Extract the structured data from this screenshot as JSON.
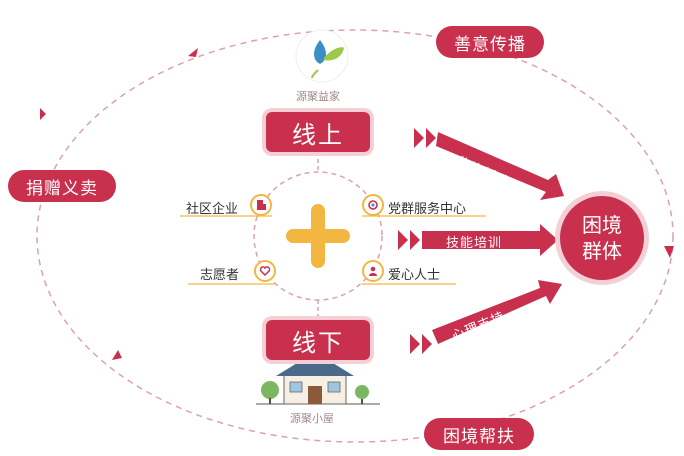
{
  "cycle": {
    "top_right": "善意传播",
    "left": "捐赠义卖",
    "bottom_right": "困境帮扶"
  },
  "online": {
    "logo_caption": "源聚益家",
    "label": "线上"
  },
  "offline": {
    "house_caption": "源聚小屋",
    "label": "线下"
  },
  "participants": [
    {
      "label": "社区企业",
      "icon": "building-icon"
    },
    {
      "label": "党群服务中心",
      "icon": "party-emblem-icon"
    },
    {
      "label": "志愿者",
      "icon": "heart-icon"
    },
    {
      "label": "爱心人士",
      "icon": "person-icon"
    }
  ],
  "support_arrows": [
    {
      "label": "物资援助"
    },
    {
      "label": "技能培训"
    },
    {
      "label": "心理支持"
    }
  ],
  "target": {
    "line1": "困境",
    "line2": "群体"
  },
  "colors": {
    "accent": "#c8304e",
    "accent_light": "#f4cfd6",
    "plus": "#f3b640",
    "dashed": "#d9a3ad"
  }
}
